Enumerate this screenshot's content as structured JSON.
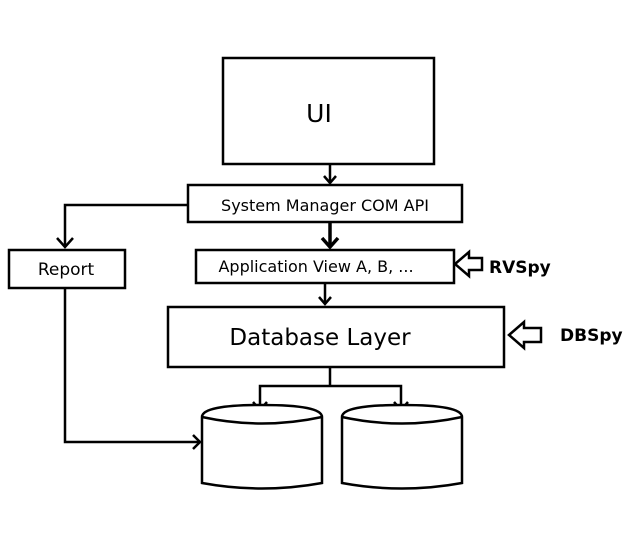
{
  "diagram": {
    "ui_label": "UI",
    "com_api_label": "System Manager COM API",
    "app_view_label": "Application View A, B, ...",
    "db_layer_label": "Database Layer",
    "report_label": "Report",
    "rvspy_label": "RVSpy",
    "dbspy_label": "DBSpy"
  }
}
